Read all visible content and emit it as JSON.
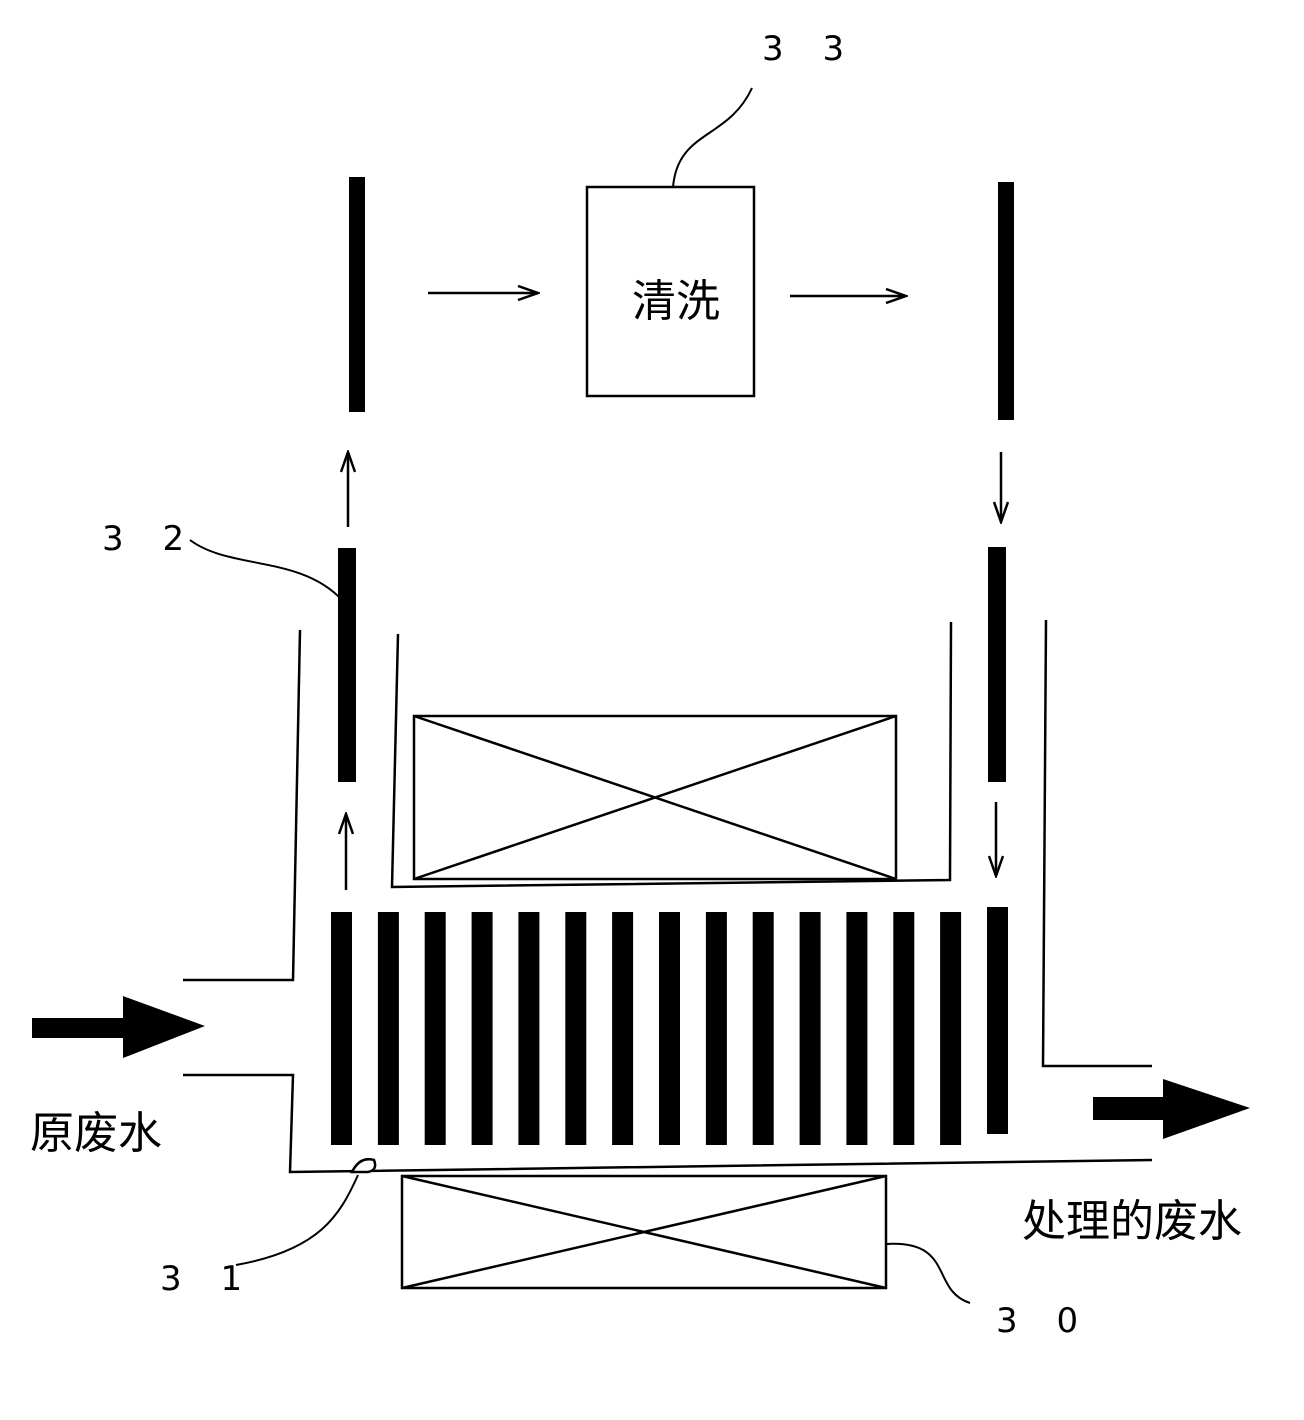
{
  "labels": {
    "ref_33": "3 3",
    "ref_32": "3 2",
    "ref_31": "3 1",
    "ref_30": "3 0",
    "cleaning": "清洗",
    "raw_wastewater": "原废水",
    "treated_wastewater": "处理的废水"
  },
  "magnet_bar_count": 15,
  "colors": {
    "ink": "#000000",
    "paper": "#ffffff"
  }
}
